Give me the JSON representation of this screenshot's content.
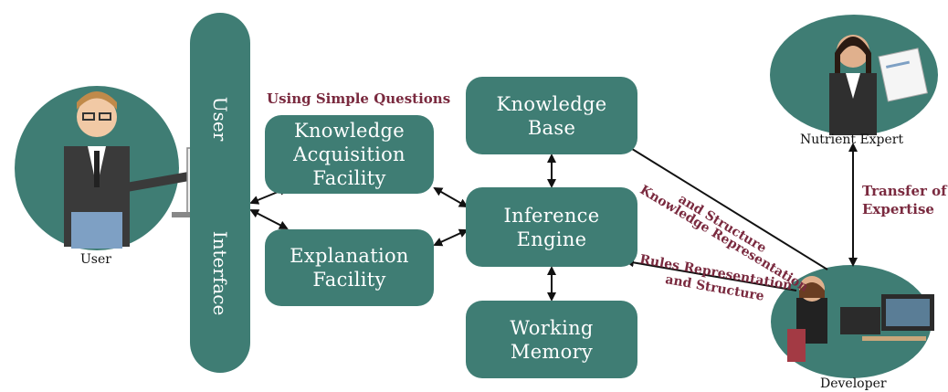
{
  "pillar": {
    "top_text": "User",
    "bottom_text": "Interface"
  },
  "boxes": {
    "knowledge_acquisition": "Knowledge\nAcquisition\nFacility",
    "explanation": "Explanation\nFacility",
    "knowledge_base": "Knowledge\nBase",
    "inference_engine": "Inference\nEngine",
    "working_memory": "Working\nMemory"
  },
  "labels": {
    "using_simple_questions": "Using Simple Questions",
    "user": "User",
    "nutrient_expert": "Nutrient Expert",
    "developer": "Developer",
    "transfer_of_expertise": "Transfer of\nExpertise",
    "knowledge_representation": "Knowledge Representation",
    "and_structure_1": "and Structure",
    "rules_representation": "Rules Representation",
    "and_structure_2": "and Structure"
  },
  "colors": {
    "box": "#3f7d74",
    "label_accent": "#7a2a3f"
  }
}
